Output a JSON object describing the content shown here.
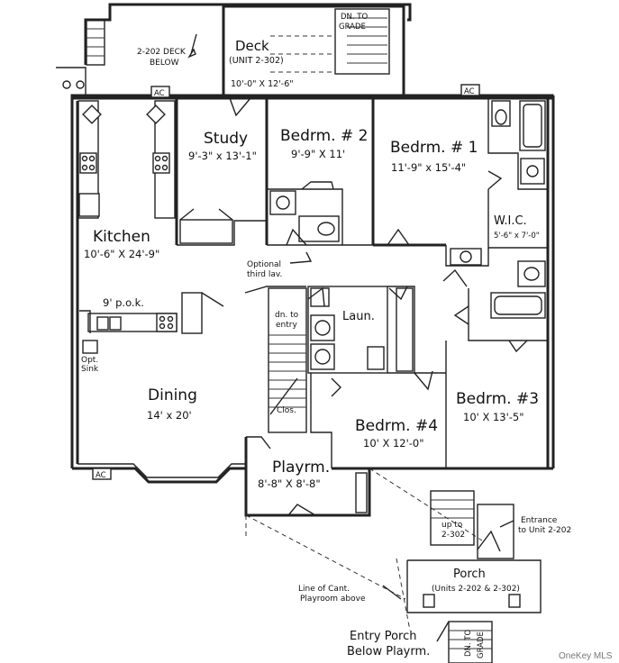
{
  "labels": {
    "deck_below": [
      "2-202 DECK",
      "BELOW"
    ],
    "deck": "Deck",
    "deck_unit": "(UNIT 2-302)",
    "deck_dim": "10'-0\" X 12'-6\"",
    "dn_to_grade_top": [
      "DN. TO",
      "GRADE"
    ],
    "ac": "AC",
    "study": "Study",
    "study_dim": "9'-3\" x 13'-1\"",
    "bedrm2": "Bedrm. # 2",
    "bedrm2_dim": "9'-9\" X 11'",
    "bedrm1": "Bedrm. # 1",
    "bedrm1_dim": "11'-9\" x 15'-4\"",
    "wic": "W.I.C.",
    "wic_dim": "5'-6\" x 7'-0\"",
    "kitchen": "Kitchen",
    "kitchen_dim": "10'-6\" X 24'-9\"",
    "optional_lav": [
      "Optional",
      "third lav."
    ],
    "pok": "9' p.o.k.",
    "dn_to_entry": [
      "dn. to",
      "entry"
    ],
    "laun": "Laun.",
    "opt_sink": [
      "Opt.",
      "Sink"
    ],
    "dining": "Dining",
    "dining_dim": "14' x 20'",
    "clos": "Clos.",
    "bedrm4": "Bedrm. #4",
    "bedrm4_dim": "10' X 12'-0\"",
    "bedrm3": "Bedrm. #3",
    "bedrm3_dim": "10' X 13'-5\"",
    "playrm": "Playrm.",
    "playrm_dim": "8'-8\" X 8'-8\"",
    "up_to": [
      "up to",
      "2-302"
    ],
    "entrance": [
      "Entrance",
      "to Unit 2-202"
    ],
    "porch": "Porch",
    "porch_units": "(Units 2-202 & 2-302)",
    "line_of_cant": [
      "Line of Cant.",
      "Playroom above"
    ],
    "entry_porch": [
      "Entry Porch",
      "Below Playrm."
    ],
    "dn_to_grade_bottom": [
      "DN. TO",
      "GRADE"
    ],
    "watermark": "OneKey MLS"
  }
}
